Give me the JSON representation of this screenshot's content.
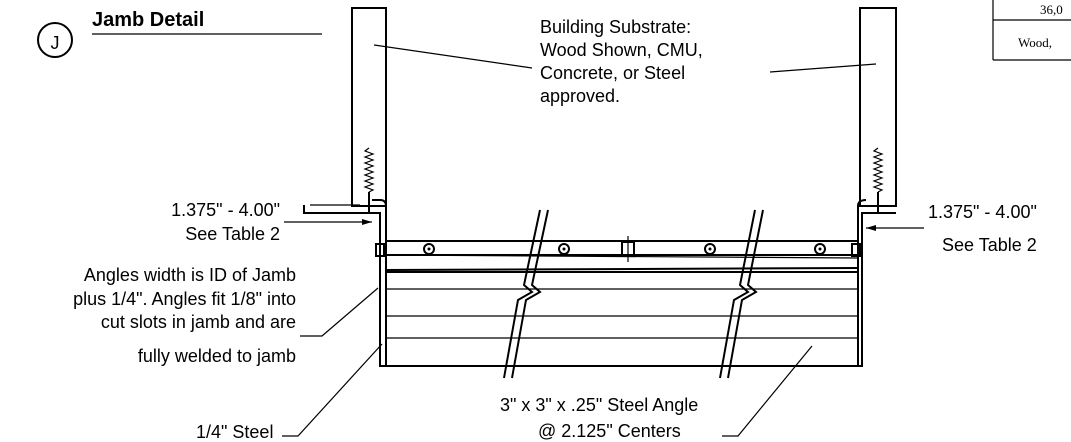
{
  "detail": {
    "marker": "J",
    "title": "Jamb Detail"
  },
  "callouts": {
    "substrate": [
      "Building Substrate:",
      "Wood Shown, CMU,",
      "Concrete, or Steel",
      "approved."
    ],
    "dim_left": [
      "1.375\" - 4.00\"",
      "See Table 2"
    ],
    "dim_right": [
      "1.375\" - 4.00\"",
      "See Table 2"
    ],
    "angles_note": [
      "Angles width is ID of Jamb",
      "plus 1/4\". Angles fit 1/8\" into",
      "cut slots in jamb and are",
      "fully welded to jamb"
    ],
    "steel_plate": "1/4\" Steel",
    "steel_angle": [
      "3\" x 3\" x .25\" Steel Angle",
      "@ 2.125\" Centers"
    ]
  },
  "table_fragment": {
    "row1": "36,0",
    "row2": "Wood,"
  }
}
